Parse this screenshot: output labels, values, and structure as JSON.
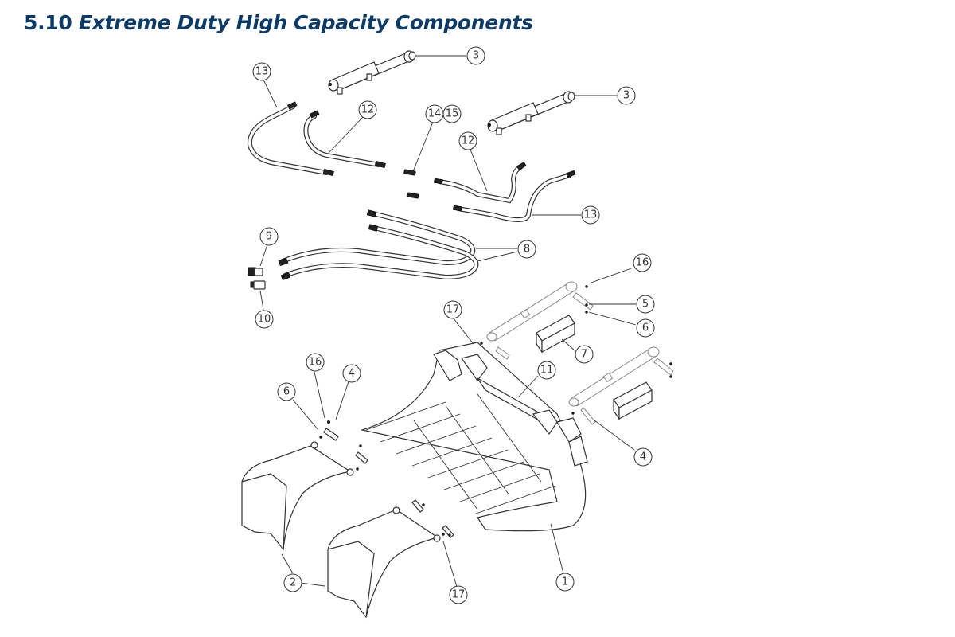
{
  "page": {
    "section_number": "5.10",
    "section_title": "Extreme Duty High Capacity Components",
    "title_color": "#0e3a66"
  },
  "diagram": {
    "type": "exploded-parts-view",
    "callouts": [
      {
        "id": "c1",
        "label": "1",
        "part": "grapple-frame"
      },
      {
        "id": "c2a",
        "label": "2",
        "part": "grapple-arm"
      },
      {
        "id": "c3a",
        "label": "3",
        "part": "hydraulic-cylinder"
      },
      {
        "id": "c3b",
        "label": "3",
        "part": "hydraulic-cylinder"
      },
      {
        "id": "c4a",
        "label": "4",
        "part": "pin"
      },
      {
        "id": "c4b",
        "label": "4",
        "part": "pin"
      },
      {
        "id": "c5",
        "label": "5",
        "part": "pin"
      },
      {
        "id": "c6a",
        "label": "6",
        "part": "nut"
      },
      {
        "id": "c6b",
        "label": "6",
        "part": "nut"
      },
      {
        "id": "c7",
        "label": "7",
        "part": "cylinder-guard"
      },
      {
        "id": "c8",
        "label": "8",
        "part": "main-hose"
      },
      {
        "id": "c9",
        "label": "9",
        "part": "coupler-female"
      },
      {
        "id": "c10",
        "label": "10",
        "part": "coupler-male"
      },
      {
        "id": "c11",
        "label": "11",
        "part": "frame-crossbar"
      },
      {
        "id": "c12a",
        "label": "12",
        "part": "hose"
      },
      {
        "id": "c12b",
        "label": "12",
        "part": "hose"
      },
      {
        "id": "c13a",
        "label": "13",
        "part": "hose"
      },
      {
        "id": "c13b",
        "label": "13",
        "part": "hose"
      },
      {
        "id": "c14",
        "label": "14",
        "part": "fitting"
      },
      {
        "id": "c15",
        "label": "15",
        "part": "fitting"
      },
      {
        "id": "c16a",
        "label": "16",
        "part": "bolt"
      },
      {
        "id": "c16b",
        "label": "16",
        "part": "bolt"
      },
      {
        "id": "c17a",
        "label": "17",
        "part": "grease-zerk"
      },
      {
        "id": "c17b",
        "label": "17",
        "part": "grease-zerk"
      }
    ]
  }
}
